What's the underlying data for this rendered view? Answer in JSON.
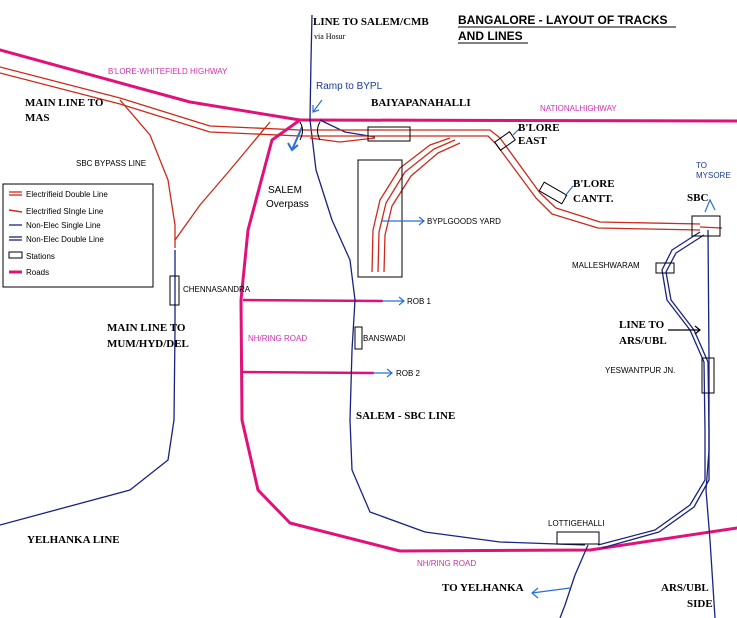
{
  "title": {
    "line1": "BANGALORE - LAYOUT OF TRACKS",
    "line2": "AND LINES"
  },
  "colors": {
    "electrified": "#cc2a1a",
    "non_electrified": "#1a237e",
    "roads": "#e0127a",
    "annotation": "#2a6fd6",
    "text_pink": "#cc33aa"
  },
  "legend": {
    "items": [
      {
        "label": "Electrifieid Double Line",
        "kind": "elec-double"
      },
      {
        "label": "Electrified SIngle Line",
        "kind": "elec-single"
      },
      {
        "label": "Non-Elec Single Line",
        "kind": "nonelec-single"
      },
      {
        "label": "Non-Elec Double Line",
        "kind": "nonelec-double"
      },
      {
        "label": "Stations",
        "kind": "station"
      },
      {
        "label": "Roads",
        "kind": "road"
      }
    ]
  },
  "labels": {
    "line_to_salem": "LINE TO SALEM/CMB",
    "via_hosur": "via Hosur",
    "ramp_to_bypl": "Ramp to BYPL",
    "whitefield_highway": "B'LORE-WHITEFIELD HIGHWAY",
    "main_line_to_mas_1": "MAIN LINE TO",
    "main_line_to_mas_2": "MAS",
    "baiyapanahalli": "BAIYAPANAHALLI",
    "national_highway": "NATIONALHIGHWAY",
    "blore_east_1": "B'LORE",
    "blore_east_2": "EAST",
    "sbc_bypass_line": "SBC BYPASS LINE",
    "salem_overpass_1": "SALEM",
    "salem_overpass_2": "Overpass",
    "blore_cantt_1": "B'LORE",
    "blore_cantt_2": "CANTT.",
    "to_mysore_1": "TO",
    "to_mysore_2": "MYSORE",
    "sbc": "SBC",
    "bypl_goods_yard": "BYPLGOODS YARD",
    "malleshwaram": "MALLESHWARAM",
    "chennasandra": "CHENNASANDRA",
    "rob1": "ROB 1",
    "main_line_mum_1": "MAIN LINE TO",
    "main_line_mum_2": "MUM/HYD/DEL",
    "nh_ring_road_1": "NH/RING ROAD",
    "banswadi": "BANSWADI",
    "line_to_ars_1": "LINE TO",
    "line_to_ars_2": "ARS/UBL",
    "yeswantpur": "YESWANTPUR JN.",
    "rob2": "ROB 2",
    "salem_sbc_line": "SALEM - SBC LINE",
    "lottigehalli": "LOTTIGEHALLI",
    "yelhanka_line": "YELHANKA LINE",
    "nh_ring_road_2": "NH/RING ROAD",
    "to_yelhanka": "TO YELHANKA",
    "ars_ubl_side_1": "ARS/UBL",
    "ars_ubl_side_2": "SIDE"
  }
}
